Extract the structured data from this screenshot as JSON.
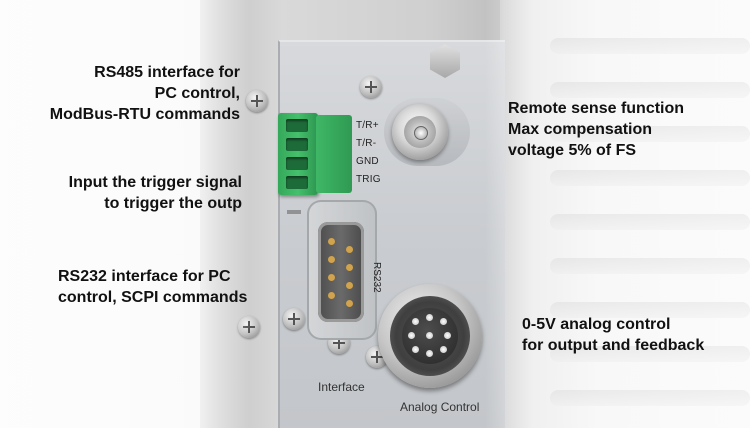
{
  "callouts": {
    "rs485": [
      "RS485 interface for",
      "PC control,",
      "ModBus-RTU commands"
    ],
    "trigger": [
      "Input the trigger signal",
      "to trigger the outp"
    ],
    "rs232": [
      "RS232 interface for PC",
      "control, SCPI commands"
    ],
    "remote_sense": [
      "Remote sense function",
      "Max compensation",
      "voltage 5% of FS"
    ],
    "analog": [
      "0-5V analog control",
      "for output and feedback"
    ]
  },
  "panel": {
    "terminal_pins": [
      "T/R+",
      "T/R-",
      "GND",
      "TRIG"
    ],
    "db9_label": "RS232",
    "interface_label": "Interface",
    "analog_label": "Analog Control"
  },
  "colors": {
    "terminal_green": "#45c06c",
    "text": "#111111"
  }
}
